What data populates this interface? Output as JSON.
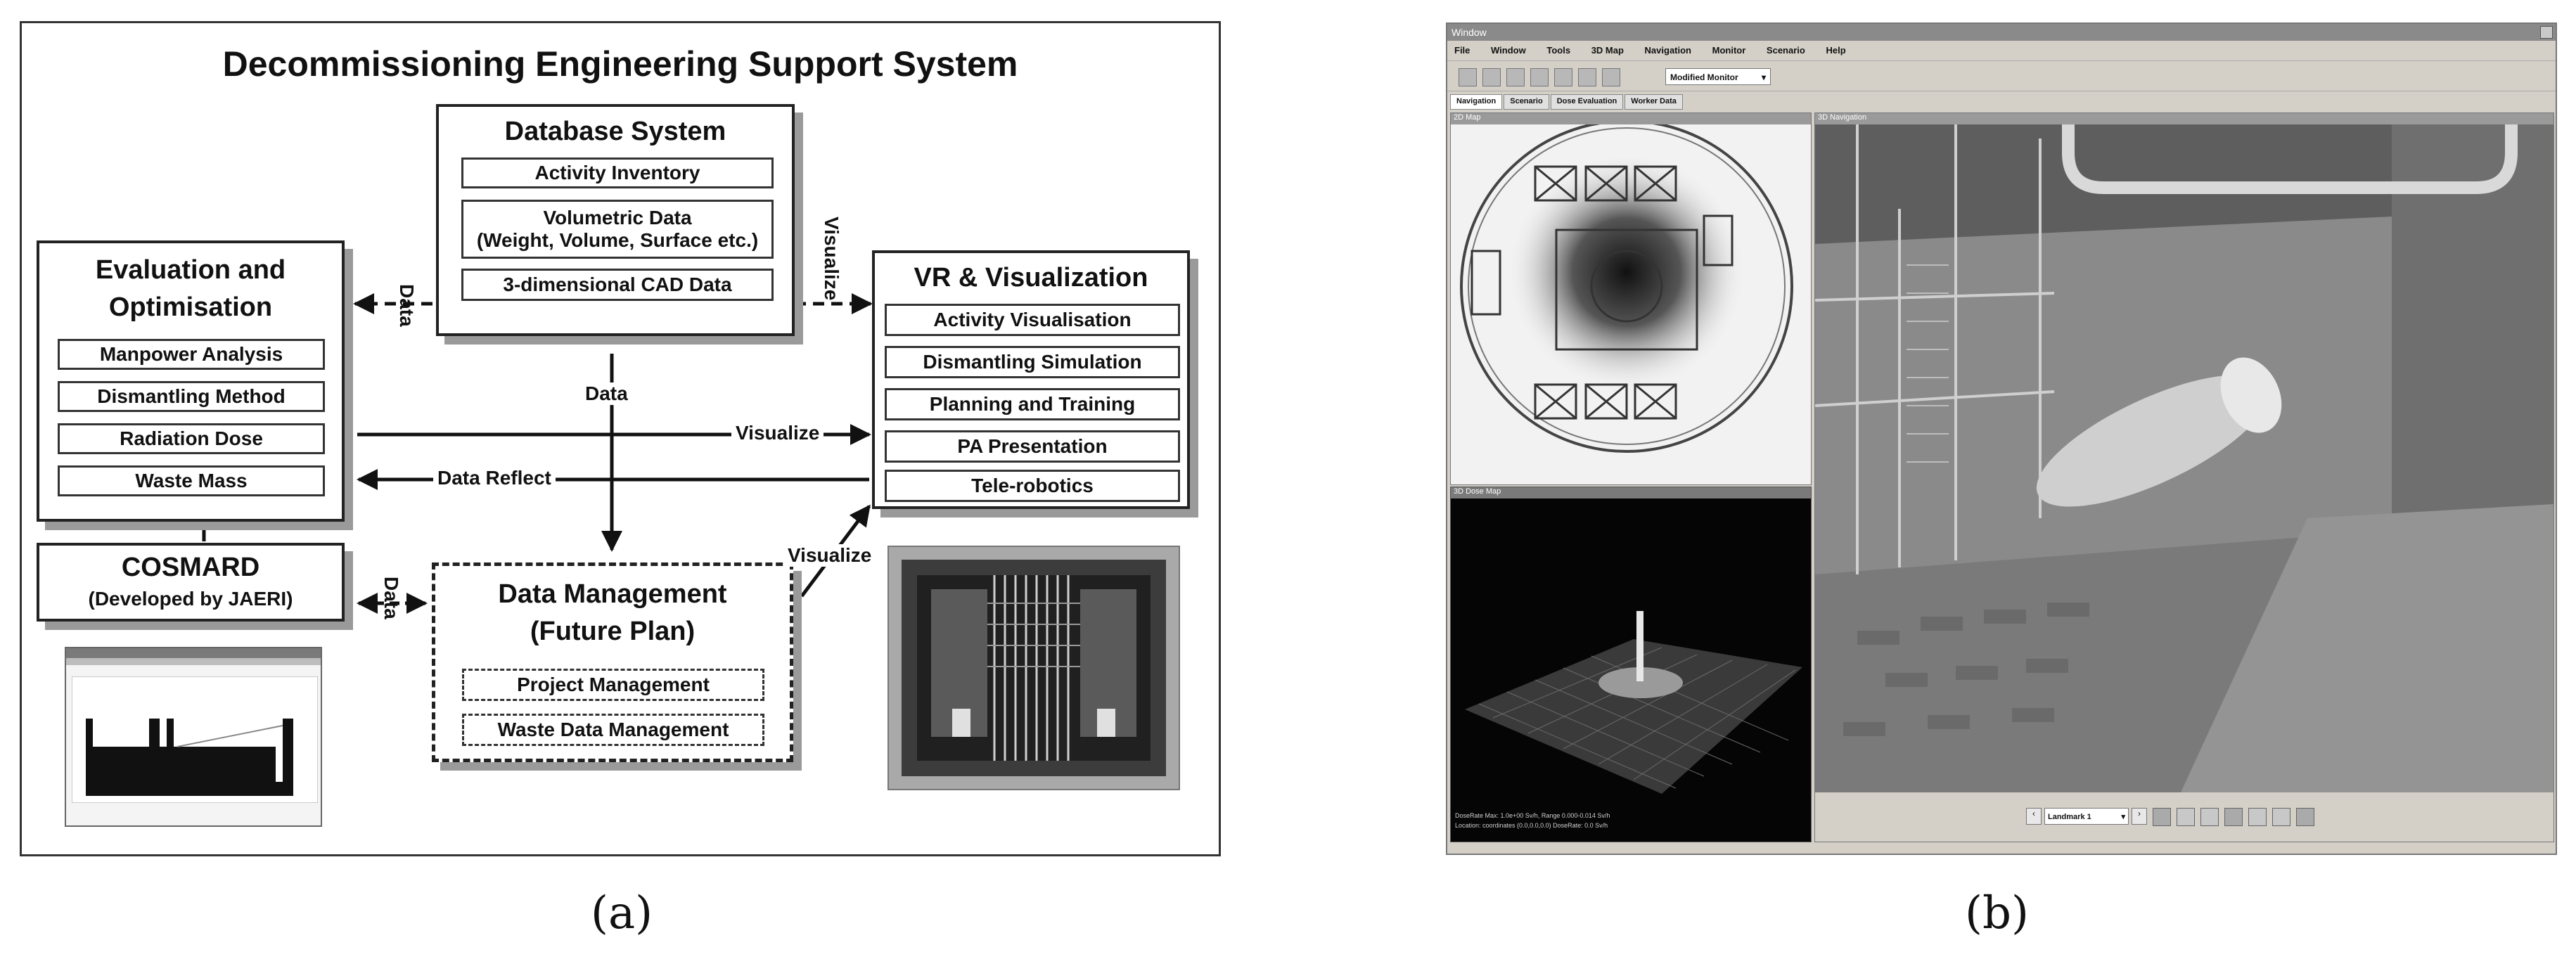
{
  "panel_a": {
    "title": "Decommissioning Engineering Support System",
    "database_system": {
      "title": "Database System",
      "items": [
        "Activity Inventory",
        "Volumetric Data\n(Weight, Volume, Surface etc.)",
        "3-dimensional CAD Data"
      ]
    },
    "evaluation": {
      "title": "Evaluation and\nOptimisation",
      "items": [
        "Manpower Analysis",
        "Dismantling Method",
        "Radiation Dose",
        "Waste Mass"
      ]
    },
    "vr": {
      "title": "VR & Visualization",
      "items": [
        "Activity Visualisation",
        "Dismantling Simulation",
        "Planning and Training",
        "PA Presentation",
        "Tele-robotics"
      ]
    },
    "cosmard": {
      "title": "COSMARD",
      "subtitle": "(Developed by JAERI)"
    },
    "data_management": {
      "title": "Data Management\n(Future Plan)",
      "items": [
        "Project Management",
        "Waste Data Management"
      ]
    },
    "labels": {
      "data_left": "Data",
      "visualize_right": "Visualize",
      "data_down": "Data",
      "visualize_mid": "Visualize",
      "data_reflect": "Data Reflect",
      "data_cosmard": "Data",
      "visualize_dm": "Visualize"
    }
  },
  "panel_b": {
    "window_title": "Window",
    "menu": [
      "File",
      "Window",
      "Tools",
      "3D Map",
      "Navigation",
      "Monitor",
      "Scenario",
      "Help"
    ],
    "tabs": [
      "Navigation",
      "Scenario",
      "Dose Evaluation",
      "Worker Data"
    ],
    "toolbar_dropdown": "Modified Monitor",
    "map_pane_title": "2D Map",
    "dose_pane_title": "3D Dose Map",
    "view_pane_title": "3D Navigation",
    "status_lines": [
      "DoseRate Max: 1.0e+00 Sv/h, Range 0.000-0.014 Sv/h",
      "Location: coordinates (0.0,0.0,0.0)  DoseRate: 0.0 Sv/h"
    ],
    "nav_select": "Landmark 1"
  },
  "captions": [
    "(a)",
    "(b)"
  ]
}
